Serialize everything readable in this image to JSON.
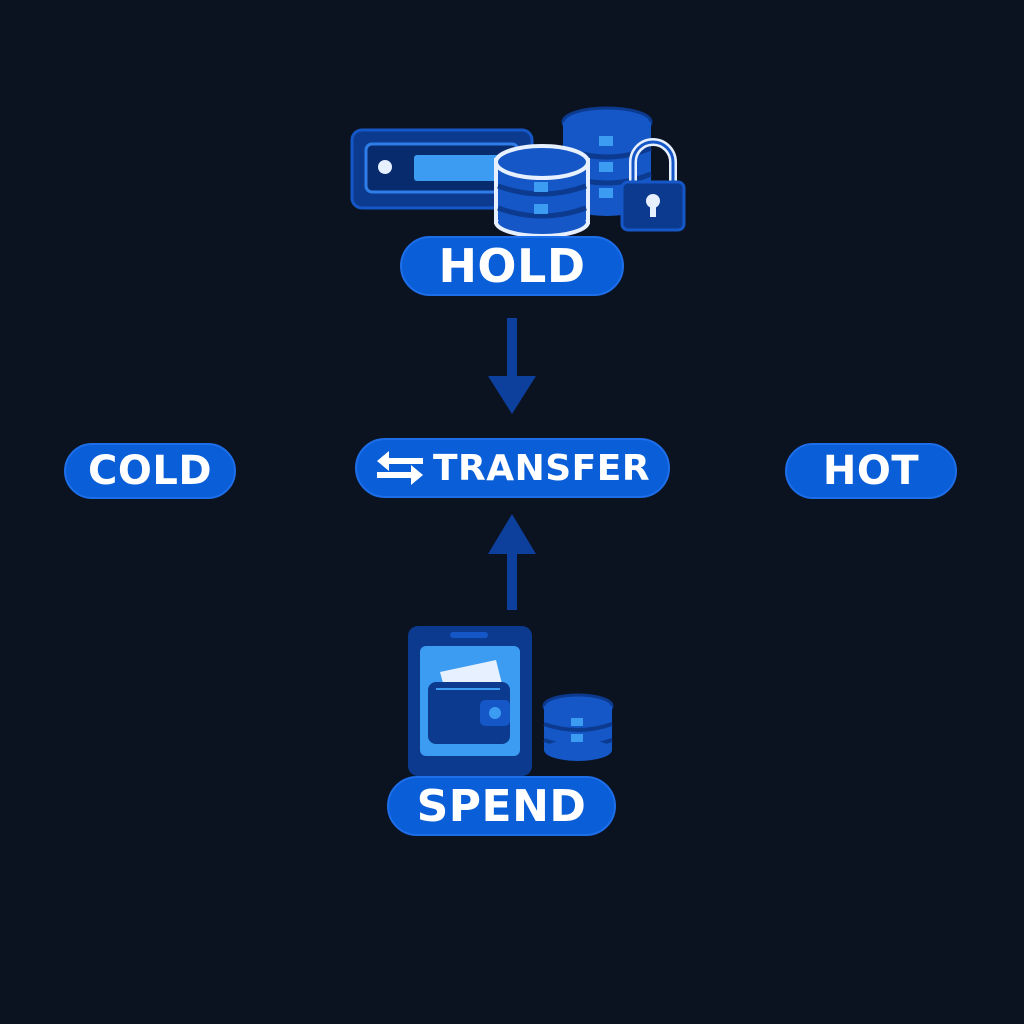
{
  "labels": {
    "hold": "HOLD",
    "cold": "COLD",
    "transfer": "TRANSFER",
    "hot": "HOT",
    "spend": "SPEND"
  },
  "icons": {
    "hold_group": [
      "server-icon",
      "database-icon",
      "padlock-icon"
    ],
    "transfer": "swap-arrows-icon",
    "spend_group": [
      "phone-wallet-icon",
      "coin-stack-icon"
    ],
    "arrows": [
      "arrow-down-icon",
      "arrow-up-icon"
    ]
  },
  "colors": {
    "background": "#0c1320",
    "pill": "#0a5fd9",
    "icon_dark": "#0b3a8f",
    "icon_mid": "#1557c7",
    "icon_light": "#3b9cf2",
    "arrow": "#0d3f9c"
  }
}
